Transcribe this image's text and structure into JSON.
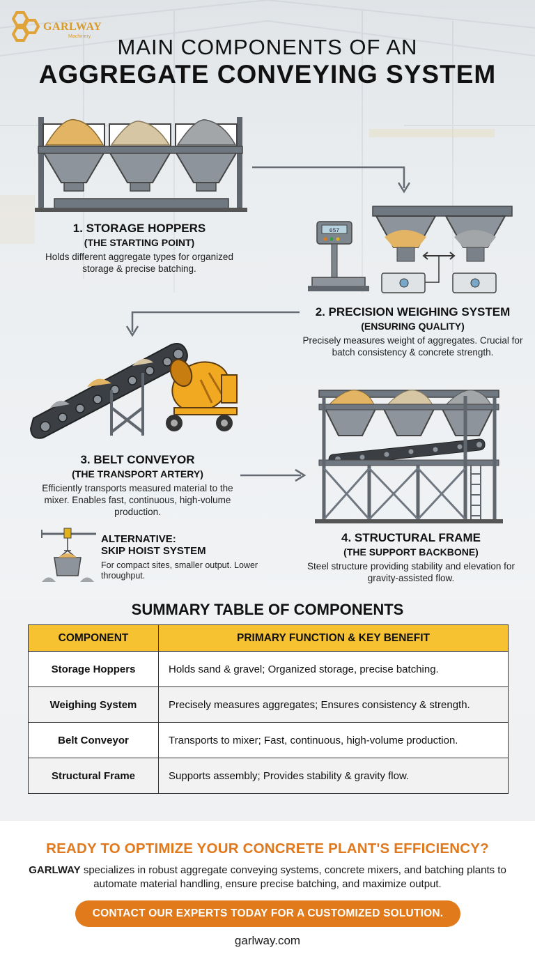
{
  "logo": {
    "brand": "GARLWAY",
    "tagline": "Machinery"
  },
  "title": {
    "line1": "MAIN COMPONENTS OF AN",
    "line2": "AGGREGATE CONVEYING SYSTEM"
  },
  "components": [
    {
      "title": "1. STORAGE HOPPERS",
      "subtitle": "(THE STARTING POINT)",
      "description": "Holds different aggregate types for organized storage & precise batching."
    },
    {
      "title": "2. PRECISION WEIGHING SYSTEM",
      "subtitle": "(ENSURING QUALITY)",
      "description": "Precisely measures weight of aggregates. Crucial for batch consistency & concrete strength."
    },
    {
      "title": "3. BELT CONVEYOR",
      "subtitle": "(THE TRANSPORT ARTERY)",
      "description": "Efficiently transports measured material to the mixer. Enables fast, continuous, high-volume production."
    },
    {
      "title": "4. STRUCTURAL FRAME",
      "subtitle": "(THE SUPPORT BACKBONE)",
      "description": "Steel structure providing stability and elevation for gravity-assisted flow."
    }
  ],
  "scale_display": "657",
  "alternative": {
    "line1": "ALTERNATIVE:",
    "line2": "SKIP HOIST SYSTEM",
    "description": "For compact sites, smaller output. Lower throughput."
  },
  "summary": {
    "title": "SUMMARY TABLE OF COMPONENTS",
    "headers": [
      "COMPONENT",
      "PRIMARY FUNCTION & KEY BENEFIT"
    ],
    "rows": [
      [
        "Storage Hoppers",
        "Holds sand & gravel; Organized storage, precise batching."
      ],
      [
        "Weighing System",
        "Precisely measures aggregates; Ensures consistency & strength."
      ],
      [
        "Belt Conveyor",
        "Transports to mixer; Fast, continuous, high-volume production."
      ],
      [
        "Structural Frame",
        "Supports assembly; Provides stability & gravity flow."
      ]
    ]
  },
  "cta": {
    "headline": "READY TO OPTIMIZE YOUR CONCRETE PLANT'S EFFICIENCY?",
    "brand": "GARLWAY",
    "body": " specializes in robust aggregate conveying systems, concrete mixers, and batching plants to automate material handling, ensure precise batching, and maximize output.",
    "button": "CONTACT OUR EXPERTS TODAY FOR A CUSTOMIZED SOLUTION.",
    "website": "garlway.com"
  },
  "colors": {
    "accent": "#e07a1b",
    "table_header": "#f6c232",
    "steel": "#6f7780",
    "sand": "#e2b460",
    "gravel": "#9a9a9a"
  }
}
